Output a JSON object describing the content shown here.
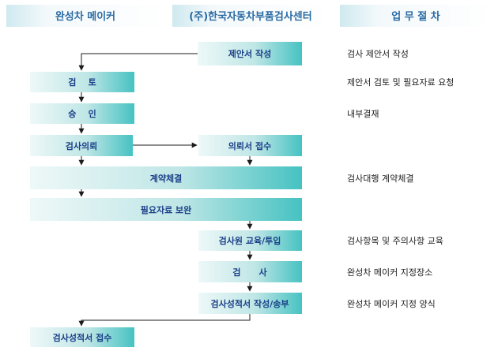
{
  "headers": {
    "maker": "완성차 메이커",
    "center": "(주)한국자동차부품검사센터",
    "procedure": "업 무 절 차"
  },
  "steps": {
    "proposal": "제안서 작성",
    "review": "검    토",
    "approval": "승    인",
    "request": "검사의뢰",
    "receipt": "의뢰서 접수",
    "contract": "계약체결",
    "supplement": "필요자료 보완",
    "dispatch": "검사원 교육/투입",
    "inspection": "검      사",
    "report_send": "검사성적서 작성/송부",
    "report_receive": "검사성적서 접수"
  },
  "descriptions": {
    "proposal": "검사 제안서 작성",
    "review": "제안서 검토 및 필요자료 요청",
    "approval": "내부결재",
    "contract": "검사대행 계약체결",
    "dispatch": "검사항목 및 주의사항 교육",
    "inspection": "완성차 메이커 지정장소",
    "report_send": "완성차 메이커 지정 양식"
  },
  "colors": {
    "header_light": "#f3f9fb",
    "header_mid": "#cfe9ef",
    "box_light": "#eef8f8",
    "box_dark": "#46c2c2",
    "text_header": "#2a6aa3",
    "text_box": "#1a3f88"
  }
}
